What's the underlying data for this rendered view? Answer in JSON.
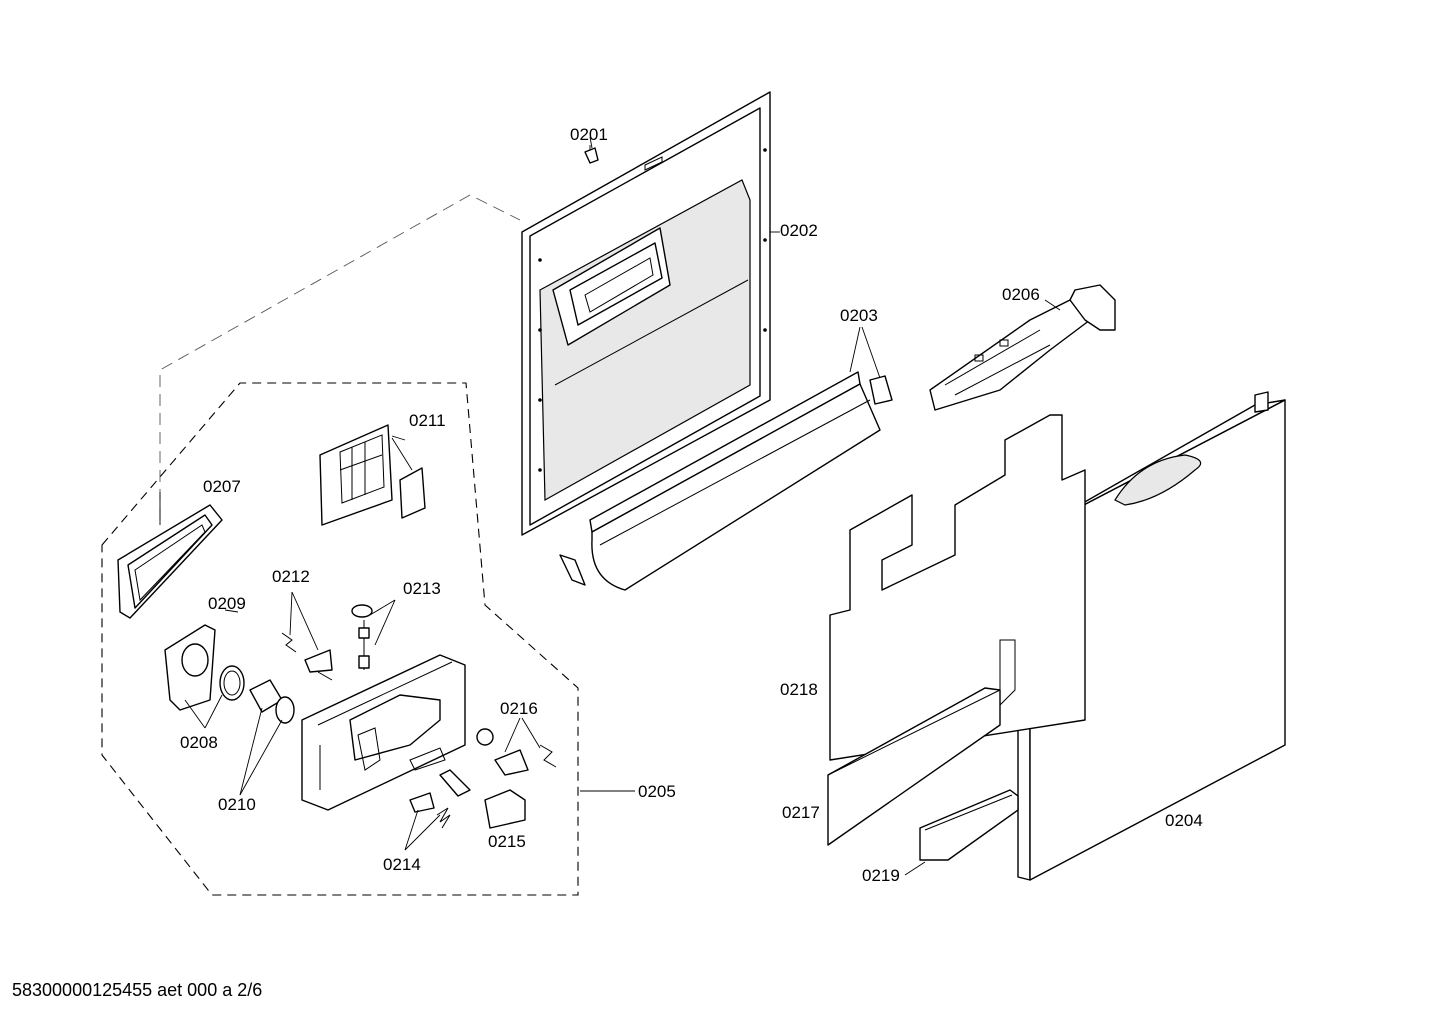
{
  "labels": {
    "p0201": "0201",
    "p0202": "0202",
    "p0203": "0203",
    "p0204": "0204",
    "p0205": "0205",
    "p0206": "0206",
    "p0207": "0207",
    "p0208": "0208",
    "p0209": "0209",
    "p0210": "0210",
    "p0211": "0211",
    "p0212": "0212",
    "p0213": "0213",
    "p0214": "0214",
    "p0215": "0215",
    "p0216": "0216",
    "p0217": "0217",
    "p0218": "0218",
    "p0219": "0219"
  },
  "footer": {
    "code": "58300000125455 aet 000 a 2/6"
  }
}
